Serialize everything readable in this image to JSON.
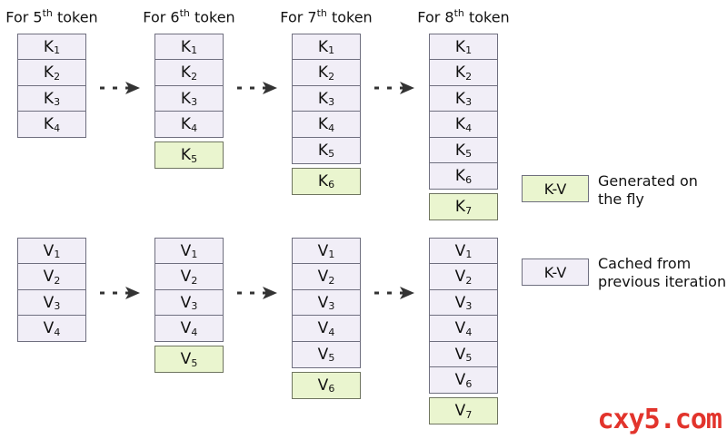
{
  "columns": [
    {
      "title_pre": "For 5",
      "title_sup": "th",
      "title_post": " token",
      "k_cached": [
        "1",
        "2",
        "3",
        "4"
      ],
      "k_new": "",
      "v_cached": [
        "1",
        "2",
        "3",
        "4"
      ],
      "v_new": ""
    },
    {
      "title_pre": "For 6",
      "title_sup": "th",
      "title_post": " token",
      "k_cached": [
        "1",
        "2",
        "3",
        "4"
      ],
      "k_new": "5",
      "v_cached": [
        "1",
        "2",
        "3",
        "4"
      ],
      "v_new": "5"
    },
    {
      "title_pre": "For 7",
      "title_sup": "th",
      "title_post": " token",
      "k_cached": [
        "1",
        "2",
        "3",
        "4",
        "5"
      ],
      "k_new": "6",
      "v_cached": [
        "1",
        "2",
        "3",
        "4",
        "5"
      ],
      "v_new": "6"
    },
    {
      "title_pre": "For 8",
      "title_sup": "th",
      "title_post": " token",
      "k_cached": [
        "1",
        "2",
        "3",
        "4",
        "5",
        "6"
      ],
      "k_new": "7",
      "v_cached": [
        "1",
        "2",
        "3",
        "4",
        "5",
        "6"
      ],
      "v_new": "7"
    }
  ],
  "k_letter": "K",
  "v_letter": "V",
  "legend": [
    {
      "box_label": "K-V",
      "text": "Generated on\nthe fly",
      "color": "#eaf5cf"
    },
    {
      "box_label": "K-V",
      "text": "Cached from\nprevious iteration",
      "color": "#f1eef7"
    }
  ],
  "watermark": "cxy5.com"
}
